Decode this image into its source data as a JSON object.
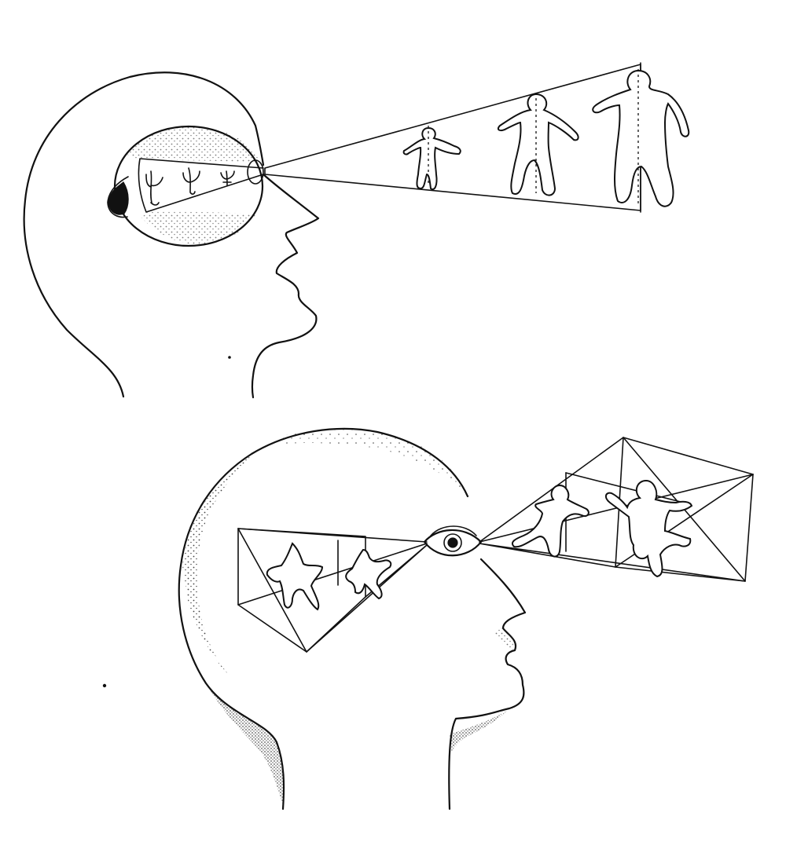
{
  "illustration": {
    "colors": {
      "ink": "#111111",
      "paper": "#ffffff"
    },
    "panels": [
      {
        "id": "retina-model",
        "figure_count_in_view_cone": 3,
        "figure_count_on_retina": 3
      },
      {
        "id": "mental-model",
        "figure_count_in_view_cone": 2,
        "figure_count_inside_head": 2
      }
    ]
  }
}
